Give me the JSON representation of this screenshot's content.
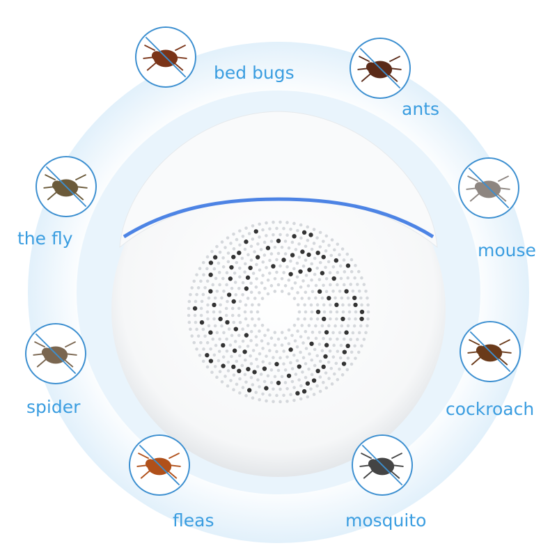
{
  "pests": [
    {
      "label": "bed bugs",
      "icon": "bed-bug-icon",
      "color": "#7a3418"
    },
    {
      "label": "ants",
      "icon": "ant-icon",
      "color": "#5a2a18"
    },
    {
      "label": "the fly",
      "icon": "fly-icon",
      "color": "#6b5a3a"
    },
    {
      "label": "mouse",
      "icon": "mouse-icon",
      "color": "#8d8580"
    },
    {
      "label": "spider",
      "icon": "spider-icon",
      "color": "#7a6650"
    },
    {
      "label": "cockroach",
      "icon": "cockroach-icon",
      "color": "#6a3a1a"
    },
    {
      "label": "fleas",
      "icon": "flea-icon",
      "color": "#b0501a"
    },
    {
      "label": "mosquito",
      "icon": "mosquito-icon",
      "color": "#444444"
    }
  ],
  "colors": {
    "label": "#3a9de0",
    "ring": "#3c8fd0",
    "led": "#2f6fe0",
    "halo": "#d6ecfa"
  }
}
